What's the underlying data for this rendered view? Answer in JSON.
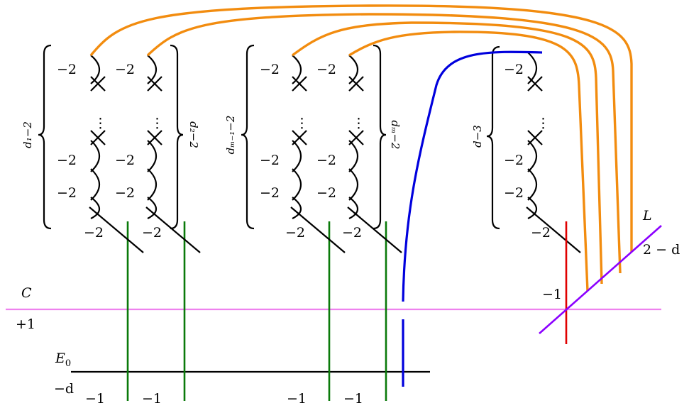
{
  "labels": {
    "minus_two": "−2",
    "minus_one": "−1",
    "vdots": "⋮",
    "C": "C",
    "plus_one": "+1",
    "E": "E",
    "E_sub": "0",
    "minus_d": "−d",
    "L": "L",
    "two_minus_d": "2 − d"
  },
  "braces": {
    "g1": "d₁−2",
    "g2": "d₂−2",
    "g3": "dₘ₋₁−2",
    "g4": "dₘ−2",
    "g5": "d−3"
  },
  "colors": {
    "C": "#ee82ee",
    "E0": "#000000",
    "green": "#0a7a0a",
    "orange": "#f28c0f",
    "blue": "#0000dd",
    "red": "#e00000",
    "L": "#8b00ff"
  }
}
